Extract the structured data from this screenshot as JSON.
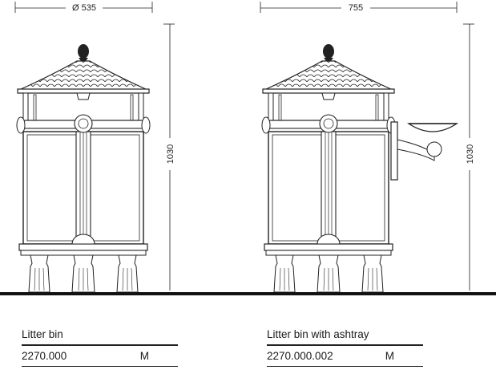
{
  "dimensions": {
    "left_width": "Ø 535",
    "right_width": "755",
    "left_height": "1030",
    "right_height": "1030"
  },
  "products": [
    {
      "name": "Litter bin",
      "code": "2270.000",
      "suffix": "M"
    },
    {
      "name": "Litter bin with ashtray",
      "code": "2270.000.002",
      "suffix": "M"
    }
  ],
  "colors": {
    "line": "#1a1a1a",
    "ground": "#111111"
  }
}
